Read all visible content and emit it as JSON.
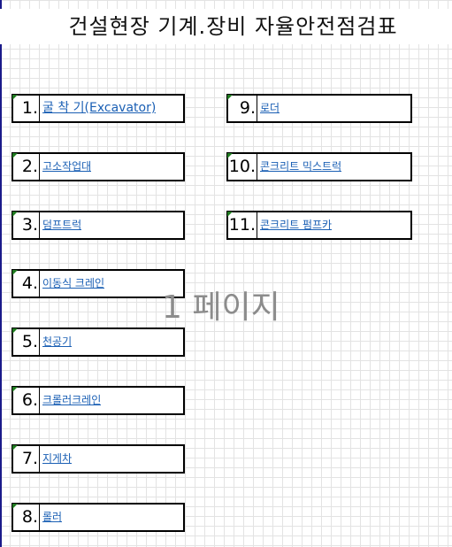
{
  "title": "건설현장 기계.장비 자율안전점검표",
  "watermark": "1 페이지",
  "items": [
    {
      "num": "1.",
      "label": "굴 착 기(Excavator)"
    },
    {
      "num": "2.",
      "label": "고소작업대"
    },
    {
      "num": "3.",
      "label": "덤프트럭"
    },
    {
      "num": "4.",
      "label": "이동식 크레인"
    },
    {
      "num": "5.",
      "label": "천공기"
    },
    {
      "num": "6.",
      "label": "크롤러크레인"
    },
    {
      "num": "7.",
      "label": "지게차"
    },
    {
      "num": "8.",
      "label": "롤러"
    },
    {
      "num": "9.",
      "label": "로더"
    },
    {
      "num": "10.",
      "label": "콘크리트 믹스트럭"
    },
    {
      "num": "11.",
      "label": "콘크리트 펌프카"
    }
  ],
  "colors": {
    "link": "#1a5fb4",
    "marker": "#1f7a1f",
    "grid": "#e3e3e3",
    "watermark": "#8c8c8c"
  }
}
